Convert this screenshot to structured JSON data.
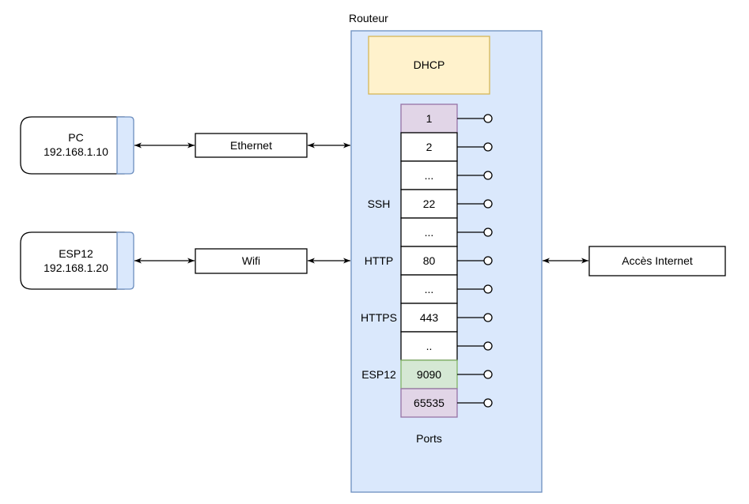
{
  "router": {
    "title": "Routeur",
    "dhcp": "DHCP",
    "ports_label": "Ports"
  },
  "devices": [
    {
      "name": "PC",
      "ip": "192.168.1.10"
    },
    {
      "name": "ESP12",
      "ip": "192.168.1.20"
    }
  ],
  "links": [
    {
      "label": "Ethernet"
    },
    {
      "label": "Wifi"
    }
  ],
  "internet": {
    "label": "Accès Internet"
  },
  "ports": [
    {
      "value": "1",
      "service": "",
      "fill": "#e1d5e7",
      "stroke": "#9673a6"
    },
    {
      "value": "2",
      "service": "",
      "fill": "#ffffff",
      "stroke": "#000000"
    },
    {
      "value": "...",
      "service": "",
      "fill": "#ffffff",
      "stroke": "#000000"
    },
    {
      "value": "22",
      "service": "SSH",
      "fill": "#ffffff",
      "stroke": "#000000"
    },
    {
      "value": "...",
      "service": "",
      "fill": "#ffffff",
      "stroke": "#000000"
    },
    {
      "value": "80",
      "service": "HTTP",
      "fill": "#ffffff",
      "stroke": "#000000"
    },
    {
      "value": "...",
      "service": "",
      "fill": "#ffffff",
      "stroke": "#000000"
    },
    {
      "value": "443",
      "service": "HTTPS",
      "fill": "#ffffff",
      "stroke": "#000000"
    },
    {
      "value": "..",
      "service": "",
      "fill": "#ffffff",
      "stroke": "#000000"
    },
    {
      "value": "9090",
      "service": "ESP12",
      "fill": "#d5e8d4",
      "stroke": "#82b366"
    },
    {
      "value": "65535",
      "service": "",
      "fill": "#e1d5e7",
      "stroke": "#9673a6"
    }
  ],
  "colors": {
    "router_fill": "#dae8fc",
    "router_stroke": "#6c8ebf",
    "dhcp_fill": "#fff2cc",
    "dhcp_stroke": "#d6b656"
  }
}
